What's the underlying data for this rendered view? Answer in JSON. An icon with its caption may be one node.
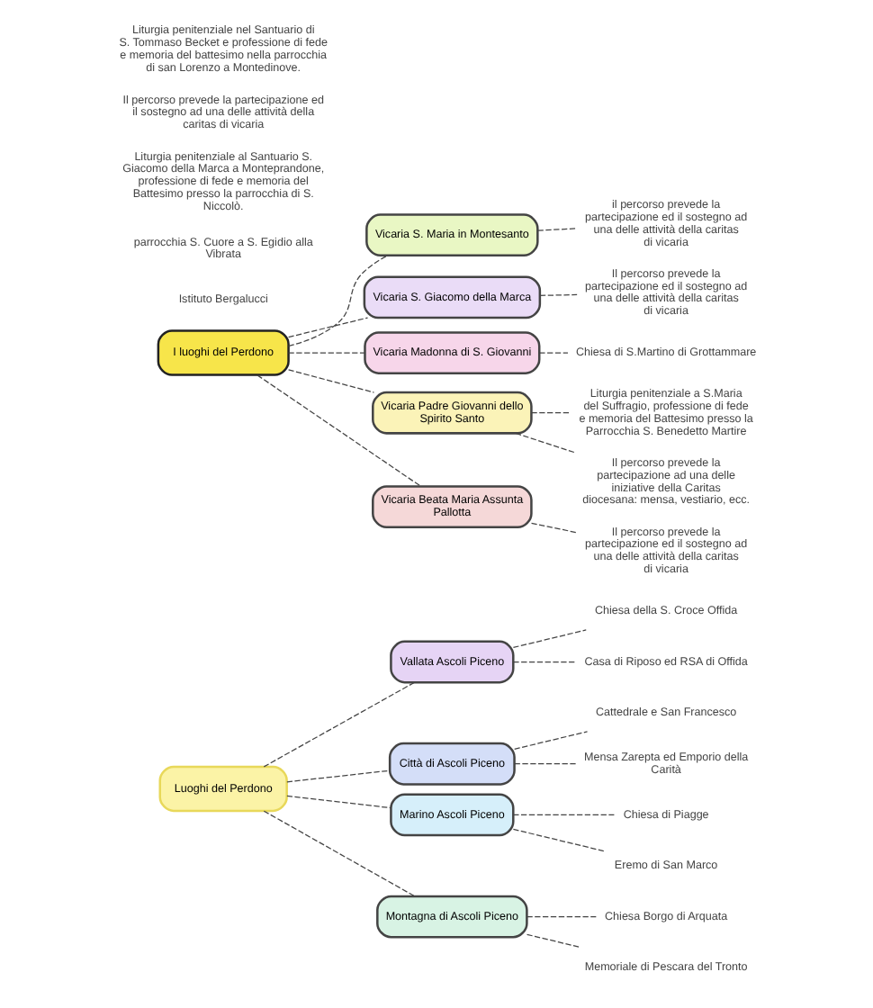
{
  "diagram": {
    "nodes": [
      {
        "text": [
          "Luoghi del Perdono"
        ]
      },
      {
        "text": [
          "Vallata Ascoli Piceno"
        ]
      },
      {
        "text": [
          "Chiesa della S. Croce Offida"
        ]
      },
      {
        "text": [
          "Casa di Riposo ed RSA di Offida"
        ]
      },
      {
        "text": [
          "Città di Ascoli Piceno"
        ]
      },
      {
        "text": [
          "Cattedrale e San Francesco"
        ]
      },
      {
        "text": [
          "Mensa Zarepta ed Emporio della Carità"
        ]
      },
      {
        "text": [
          "Marino Ascoli Piceno"
        ]
      },
      {
        "text": [
          "Chiesa di Piagge"
        ]
      },
      {
        "text": [
          "Eremo di San Marco"
        ]
      },
      {
        "text": [
          "Montagna di Ascoli Piceno"
        ]
      },
      {
        "text": [
          "Chiesa Borgo di Arquata"
        ]
      },
      {
        "text": [
          "Memoriale di Pescara del Tronto"
        ]
      },
      {
        "text": [
          "I luoghi del Perdono"
        ]
      },
      {
        "text": [
          "Vicaria S. Maria in Montesanto"
        ]
      },
      {
        "text": [
          "il percorso prevede la partecipazione ed il sostegno ad una delle attività della caritas di vicaria"
        ]
      },
      {
        "text": [
          "Vicaria S. Giacomo della Marca"
        ]
      },
      {
        "text": [
          "Il percorso prevede la partecipazione ed il sostegno ad una delle attività della caritas di vicaria"
        ]
      },
      {
        "text": [
          "Vicaria Madonna di S. Giovanni"
        ]
      },
      {
        "text": [
          "Chiesa di S.Martino di Grottammare"
        ]
      },
      {
        "text": [
          "Vicaria Padre Giovanni dello Spirito Santo"
        ]
      },
      {
        "text": [
          "Liturgia penitenziale a S.Maria del Suffragio, professione di fede e memoria del Battesimo presso la Parrocchia S. Benedetto Martire"
        ]
      },
      {
        "text": [
          "Il percorso prevede la partecipazione ad una delle iniziative della Caritas diocesana: mensa, vestiario, ecc."
        ]
      },
      {
        "text": [
          "Vicaria Beata Maria Assunta Pallotta"
        ]
      },
      {
        "text": [
          "Il percorso prevede la partecipazione ed il sostegno ad una delle attività della caritas di vicaria"
        ]
      }
    ],
    "edges": [
      {
        "from": 0,
        "to": 1,
        "arrow": "none",
        "style": "dashed"
      },
      {
        "from": 1,
        "to": 2,
        "arrow": "none",
        "style": "dashed"
      },
      {
        "from": 1,
        "to": 3,
        "arrow": "none",
        "style": "dashed"
      },
      {
        "from": 0,
        "to": 4,
        "arrow": "none",
        "style": "dashed"
      },
      {
        "from": 4,
        "to": 5,
        "arrow": "none",
        "style": "dashed"
      },
      {
        "from": 4,
        "to": 6,
        "arrow": "none",
        "style": "dashed"
      },
      {
        "from": 0,
        "to": 7,
        "arrow": "none",
        "style": "dashed"
      },
      {
        "from": 7,
        "to": 8,
        "arrow": "none",
        "style": "dashed"
      },
      {
        "from": 7,
        "to": 9,
        "arrow": "none",
        "style": "dashed"
      },
      {
        "from": 0,
        "to": 10,
        "arrow": "none",
        "style": "dashed"
      },
      {
        "from": 10,
        "to": 11,
        "arrow": "none",
        "style": "dashed"
      },
      {
        "from": 10,
        "to": 12,
        "arrow": "none",
        "style": "dashed"
      },
      {
        "from": 13,
        "to": 14,
        "arrow": "none",
        "style": "dashed"
      },
      {
        "from": 14,
        "to": 15,
        "arrow": "none",
        "style": "dashed"
      },
      {
        "from": 13,
        "to": 16,
        "arrow": "none",
        "style": "dashed"
      },
      {
        "from": 16,
        "to": 17,
        "arrow": "none",
        "style": "dashed"
      },
      {
        "from": 13,
        "to": 18,
        "arrow": "none",
        "style": "dashed"
      },
      {
        "from": 18,
        "to": 19,
        "arrow": "none",
        "style": "dashed"
      },
      {
        "from": 13,
        "to": 20,
        "arrow": "none",
        "style": "dashed"
      },
      {
        "from": 20,
        "to": 21,
        "arrow": "none",
        "style": "dashed"
      },
      {
        "from": 20,
        "to": 22,
        "arrow": "none",
        "style": "dashed"
      },
      {
        "from": 13,
        "to": 23,
        "arrow": "none",
        "style": "dashed"
      },
      {
        "from": 23,
        "to": 24,
        "arrow": "none",
        "style": "dashed"
      }
    ],
    "labels": [
      "Istituto Bergalucci",
      "parrocchia S. Cuore a S. Egidio alla Vibrata",
      "Liturgia penitenziale al Santuario S. Giacomo della Marca a Monteprandone, professione di fede e memoria del Battesimo presso la parrocchia di S. Niccolò.",
      "Il percorso prevede la partecipazione ed il sostegno ad una delle attività della caritas di vicaria",
      "Liturgia penitenziale nel Santuario di S. Tommaso Becket e professione di fede e memoria del battesimo nella parrocchia di san Lorenzo a Montedinove."
    ]
  }
}
